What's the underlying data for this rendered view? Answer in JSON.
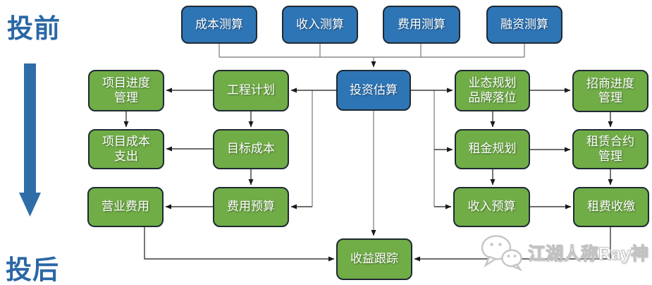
{
  "phase_labels": {
    "top": "投前",
    "bottom": "投后"
  },
  "colors": {
    "box_blue": "#2E75B6",
    "box_green": "#70AD47",
    "box_border": "#1f2a33",
    "accent_blue_text": "#2A67A5",
    "connector_dark": "#3d3d3d",
    "connector_gray": "#8c8c8c"
  },
  "nodes": {
    "cost_calc": "成本测算",
    "income_calc": "收入测算",
    "expense_calc": "费用测算",
    "financing_calc": "融资测算",
    "investment_estimate": "投资估算",
    "project_progress_mgmt": "项目进度\n管理",
    "engineering_plan": "工程计划",
    "project_cost_expense": "项目成本\n支出",
    "target_cost": "目标成本",
    "operating_expense": "营业费用",
    "expense_budget": "费用预算",
    "format_planning_brand": "业态规划\n品牌落位",
    "leasing_progress_mgmt": "招商进度\n管理",
    "rent_planning": "租金规划",
    "lease_contract_mgmt": "租赁合约\n管理",
    "income_budget": "收入预算",
    "rent_collection": "租费收缴",
    "revenue_tracking": "收益跟踪"
  },
  "watermark": {
    "text": "江湖人称Ray神",
    "icon": "wechat-icon"
  }
}
